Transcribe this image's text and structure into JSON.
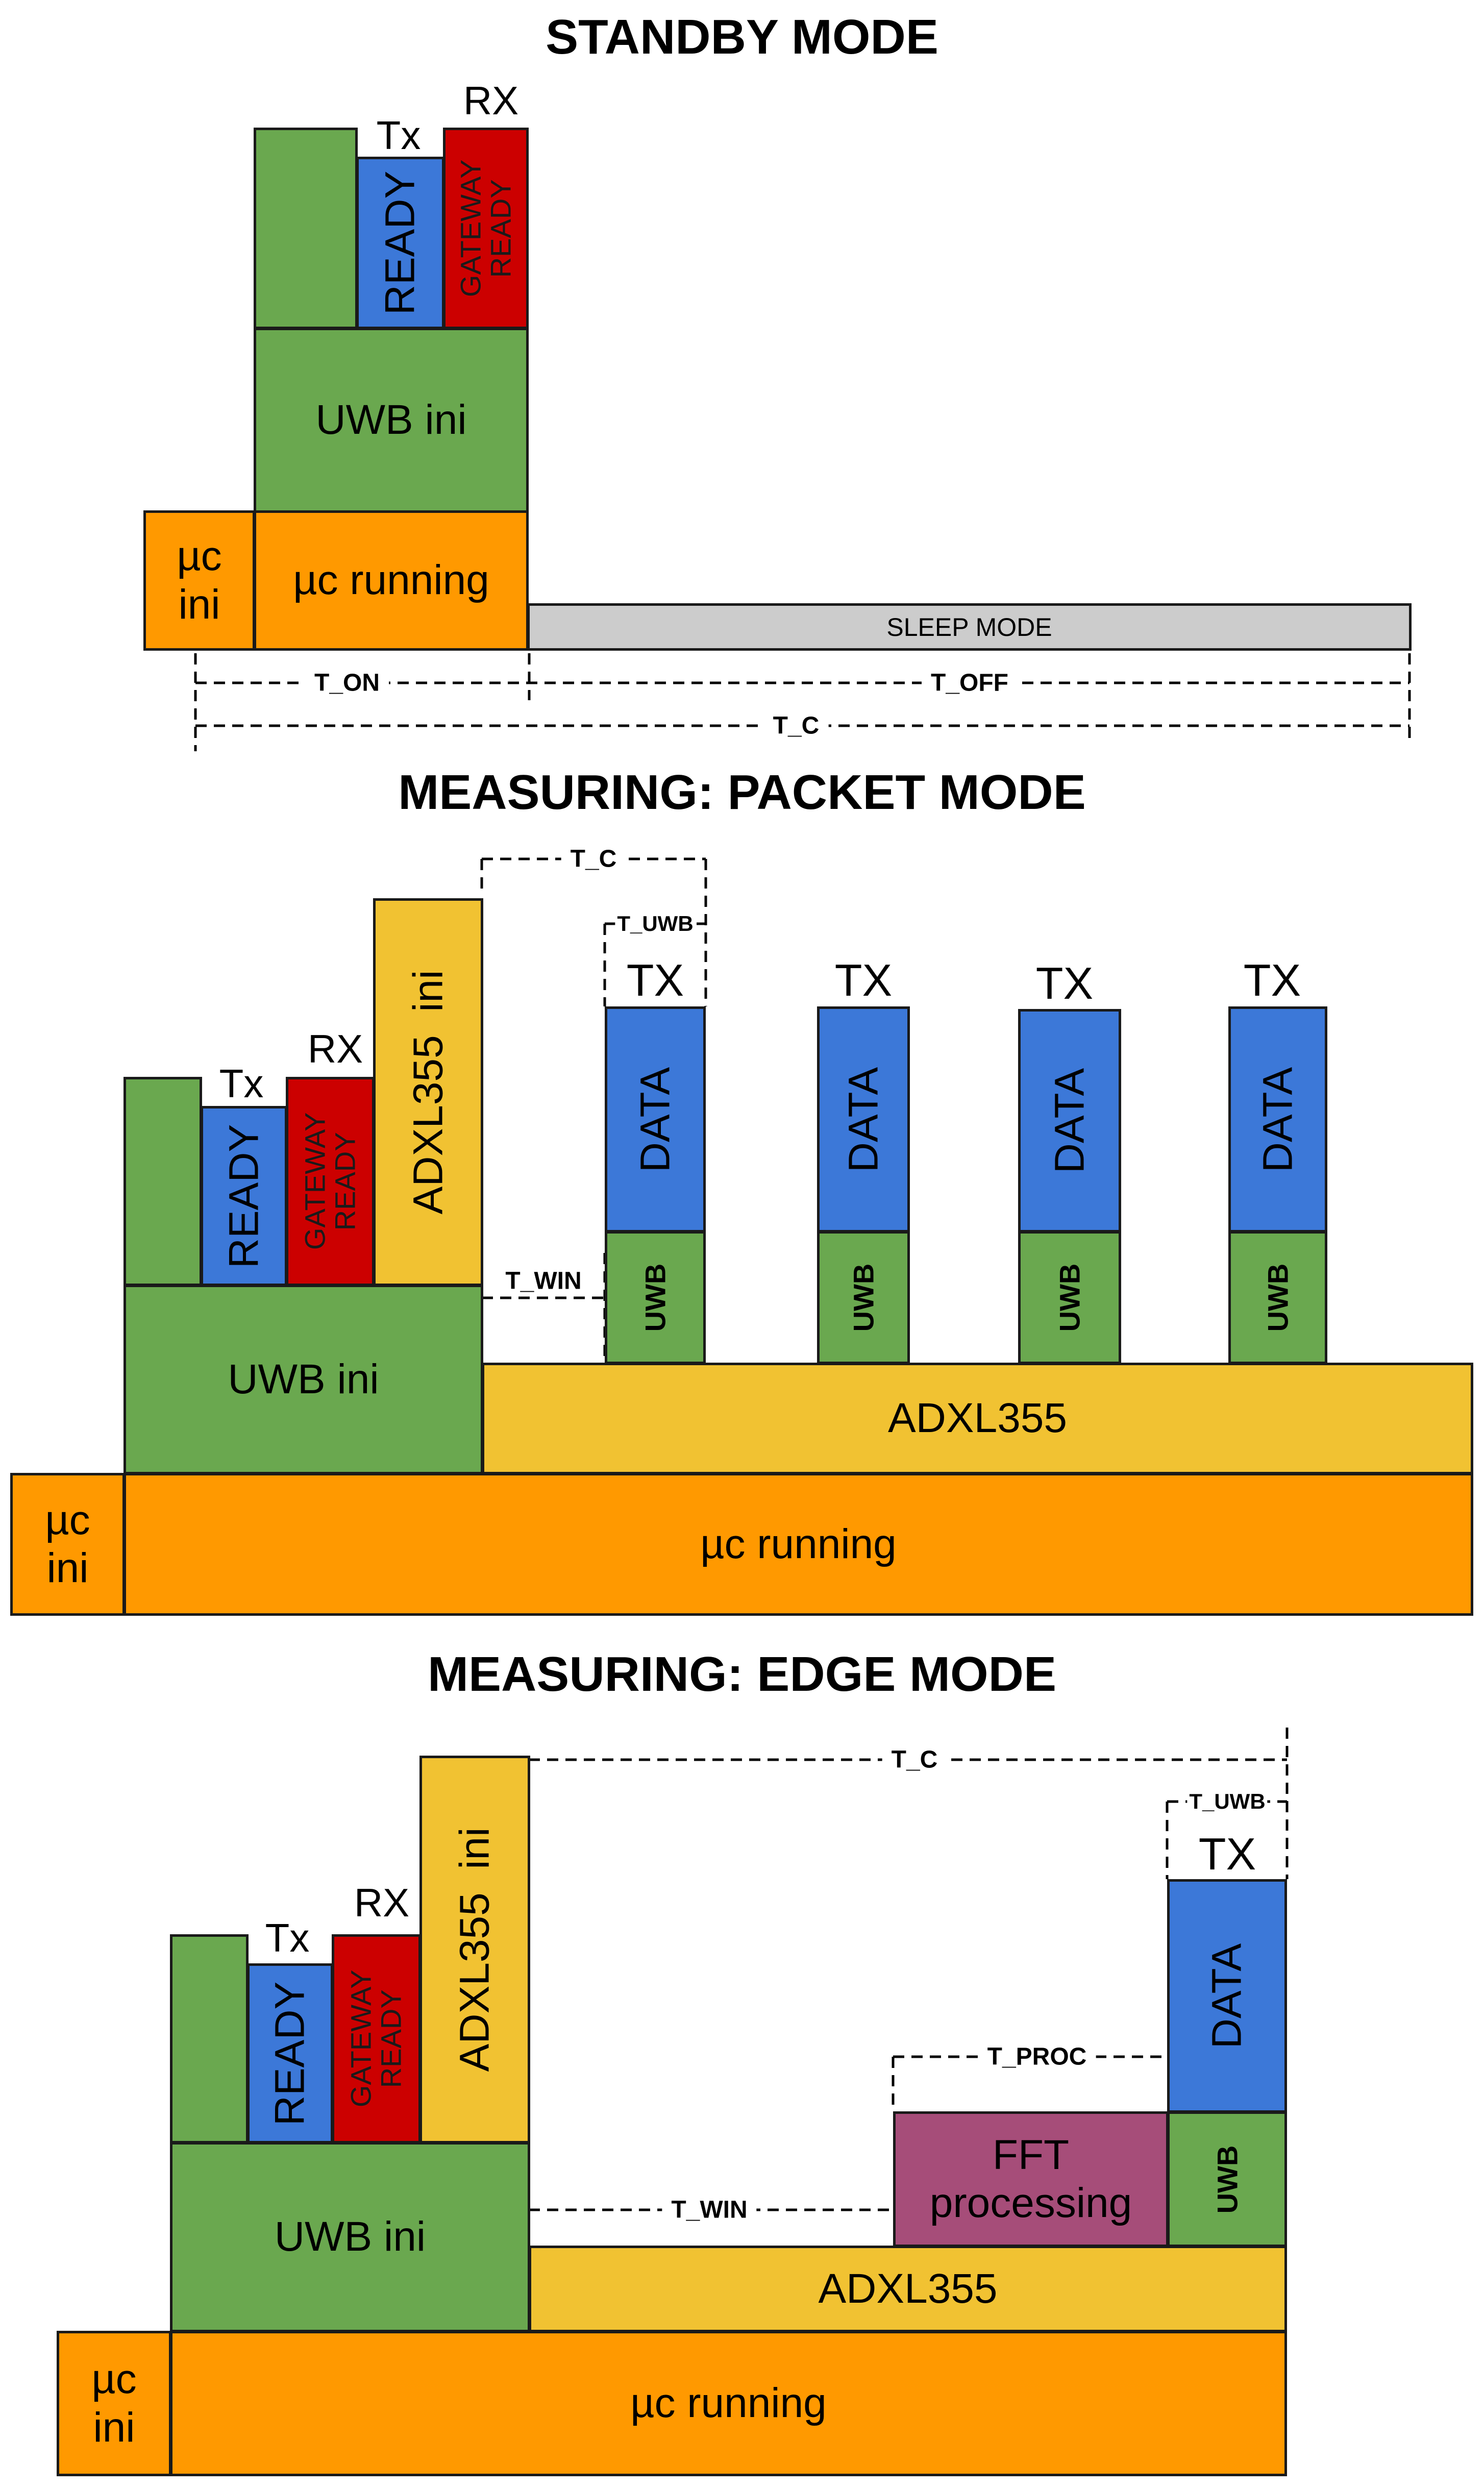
{
  "standby": {
    "title": "STANDBY MODE",
    "tx_label": "Tx",
    "rx_label": "RX",
    "ready": "READY",
    "gateway_ready": "GATEWAY READY",
    "uwb_ini": "UWB ini",
    "uc_ini": "µc ini",
    "uc_running": "µc running",
    "sleep_mode": "SLEEP MODE",
    "t_on": "T_ON",
    "t_off": "T_OFF",
    "t_c": "T_C"
  },
  "packet": {
    "title": "MEASURING: PACKET MODE",
    "tx_label": "Tx",
    "rx_label": "RX",
    "ready": "READY",
    "gateway_ready": "GATEWAY READY",
    "adxl_ini": "ADXL355  ini",
    "uwb_ini": "UWB ini",
    "adxl355": "ADXL355",
    "uc_ini": "µc ini",
    "uc_running": "µc running",
    "t_c": "T_C",
    "t_uwb": "T_UWB",
    "t_win": "T_WIN",
    "packets": [
      {
        "tx": "TX",
        "data": "DATA",
        "uwb": "UWB"
      },
      {
        "tx": "TX",
        "data": "DATA",
        "uwb": "UWB"
      },
      {
        "tx": "TX",
        "data": "DATA",
        "uwb": "UWB"
      },
      {
        "tx": "TX",
        "data": "DATA",
        "uwb": "UWB"
      }
    ]
  },
  "edge": {
    "title": "MEASURING: EDGE MODE",
    "tx_label": "Tx",
    "rx_label": "RX",
    "ready": "READY",
    "gateway_ready": "GATEWAY READY",
    "adxl_ini": "ADXL355  ini",
    "uwb_ini": "UWB ini",
    "adxl355": "ADXL355",
    "uc_ini": "µc ini",
    "uc_running": "µc running",
    "fft": "FFT processing",
    "tx": "TX",
    "data": "DATA",
    "uwb": "UWB",
    "t_c": "T_C",
    "t_uwb": "T_UWB",
    "t_proc": "T_PROC",
    "t_win": "T_WIN"
  },
  "colors": {
    "green": "#6aa84f",
    "blue": "#3c78d8",
    "red": "#cc0000",
    "orange": "#ff9900",
    "yellow": "#f1c232",
    "grey": "#cccccc",
    "purple": "#a64d79"
  }
}
